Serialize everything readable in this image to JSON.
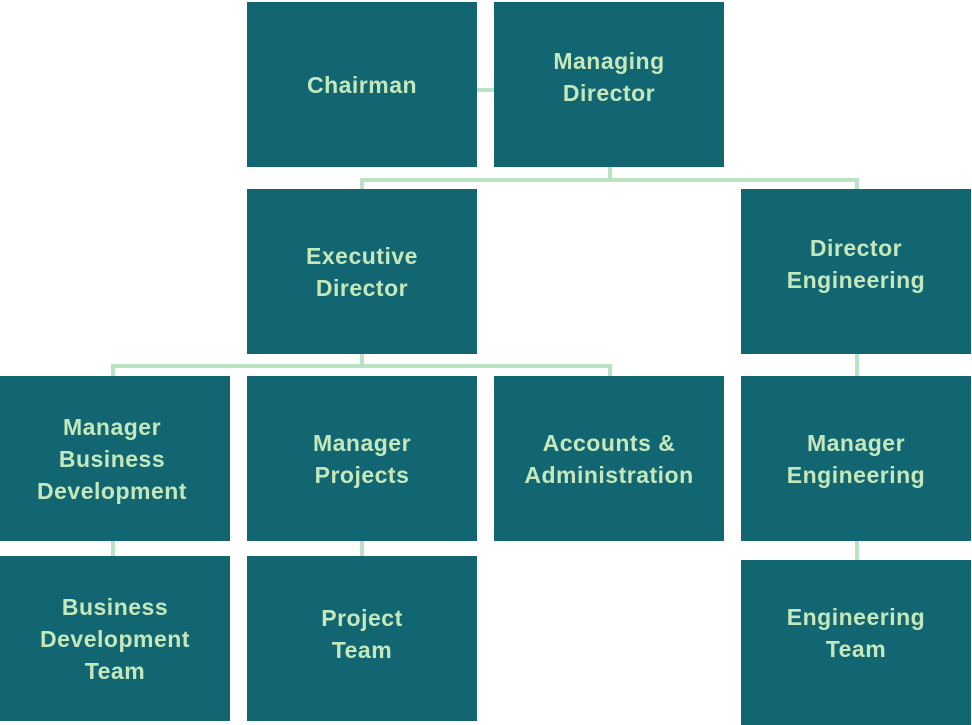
{
  "colors": {
    "box": "#116672",
    "text": "#c4e8bb",
    "connector": "#b9e3c2"
  },
  "nodes": {
    "chairman": "Chairman",
    "managing_director": "Managing\nDirector",
    "executive_director": "Executive\nDirector",
    "director_engineering": "Director\nEngineering",
    "manager_business_development": "Manager\nBusiness\nDevelopment",
    "manager_projects": "Manager\nProjects",
    "accounts_administration": "Accounts &\nAdministration",
    "manager_engineering": "Manager\nEngineering",
    "business_development_team": "Business\nDevelopment\nTeam",
    "project_team": "Project\nTeam",
    "engineering_team": "Engineering\nTeam"
  }
}
